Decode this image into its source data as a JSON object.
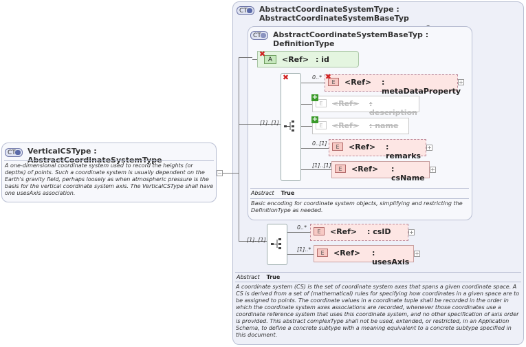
{
  "left_type": {
    "badge": "CT",
    "title": "VerticalCSType : AbstractCoordinateSystemType",
    "doc": "A one-dimensional coordinate system used to record the heights (or depths) of points. Such a coordinate system is usually dependent on the Earth's gravity field, perhaps loosely as when atmospheric pressure is the basis for the vertical coordinate system axis. The VerticalCSType shall have one usesAxis association."
  },
  "outer_type": {
    "badge": "CT",
    "title_line1": "AbstractCoordinateSystemType : AbstractCoordinateSystemBaseTyp",
    "title_line2": "e",
    "abstract_label": "Abstract",
    "abstract_value": "True",
    "doc": "A coordinate system (CS) is the set of coordinate system axes that spans a given coordinate space. A CS is derived from a set of (mathematical) rules for specifying how coordinates in a given space are to be assigned to points. The coordinate values in a coordinate tuple shall be recorded in the order in which the coordinate system axes associations are recorded, whenever those coordinates use a coordinate reference system that uses this coordinate system, and no other specification of axis order is provided. This abstract complexType shall not be used, extended, or restricted, in an Application Schema, to define a concrete subtype with a meaning equivalent to a concrete subtype specified in this document."
  },
  "inner_type": {
    "badge": "CT",
    "title_line1": "AbstractCoordinateSystemBaseTyp : DefinitionType",
    "title_line2": "e",
    "abstract_label": "Abstract",
    "abstract_value": "True",
    "doc": "Basic encoding for coordinate system objects, simplifying and restricting the DefinitionType as needed."
  },
  "attribute": {
    "badge": "A",
    "ref": "<Ref>",
    "name": ": id"
  },
  "inner_sequence": {
    "cardinality": "[1]..[1]",
    "elements": [
      {
        "card": "0..*",
        "ref": "<Ref>",
        "name": ": metaDataProperty"
      },
      {
        "card": "",
        "ref": "<Ref>",
        "name": ": description"
      },
      {
        "card": "",
        "ref": "<Ref>",
        "name": ": name"
      },
      {
        "card": "0..[1]",
        "ref": "<Ref>",
        "name": ": remarks"
      },
      {
        "card": "[1]..[1]",
        "ref": "<Ref>",
        "name": ": csName"
      }
    ]
  },
  "outer_sequence": {
    "cardinality": "[1]..[1]",
    "elements": [
      {
        "card": "0..*",
        "ref": "<Ref>",
        "name": ": csID"
      },
      {
        "card": "[1]..*",
        "ref": "<Ref>",
        "name": ": usesAxis"
      }
    ]
  },
  "element_badge": "E"
}
